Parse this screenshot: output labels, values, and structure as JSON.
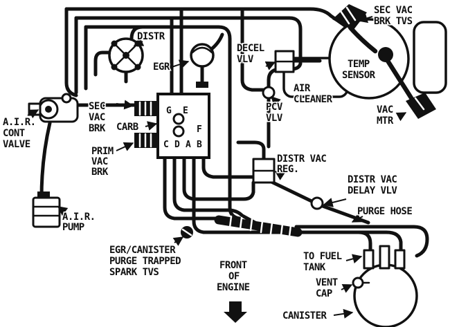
{
  "diagram": {
    "type": "vacuum-hose-routing",
    "colors": {
      "ink": "#111111",
      "background": "#ffffff"
    },
    "labels": {
      "sec_vac_brk_tvs": [
        "SEC VAC",
        "BRK TVS"
      ],
      "distr": [
        "DISTR"
      ],
      "egr": [
        "EGR"
      ],
      "decel_vlv": [
        "DECEL",
        "VLV"
      ],
      "temp_sensor": [
        "TEMP",
        "SENSOR"
      ],
      "air_cleaner": [
        "AIR",
        "CLEANER"
      ],
      "vac_mtr": [
        "VAC",
        "MTR"
      ],
      "air_cont_valve": [
        "A.I.R.",
        "CONT",
        "VALVE"
      ],
      "sec_vac_brk": [
        "SEC",
        "VAC",
        "BRK"
      ],
      "carb": [
        "CARB"
      ],
      "prim_vac_brk": [
        "PRIM",
        "VAC",
        "BRK"
      ],
      "pcv_vlv": [
        "PCV",
        "VLV"
      ],
      "distr_vac_reg": [
        "DISTR VAC",
        "REG."
      ],
      "distr_vac_delay_vlv": [
        "DISTR VAC",
        "DELAY VLV"
      ],
      "purge_hose": [
        "PURGE HOSE"
      ],
      "air_pump": [
        "A.I.R.",
        "PUMP"
      ],
      "egr_canister_tvs": [
        "EGR/CANISTER",
        "PURGE TRAPPED",
        "SPARK TVS"
      ],
      "front_of_engine": [
        "FRONT",
        "OF",
        "ENGINE"
      ],
      "to_fuel_tank": [
        "TO FUEL",
        "TANK"
      ],
      "vent_cap": [
        "VENT",
        "CAP"
      ],
      "canister": [
        "CANISTER"
      ]
    },
    "ports": {
      "g": "G",
      "e": "E",
      "f": "F",
      "c": "C",
      "d": "D",
      "a": "A",
      "b": "B"
    }
  }
}
